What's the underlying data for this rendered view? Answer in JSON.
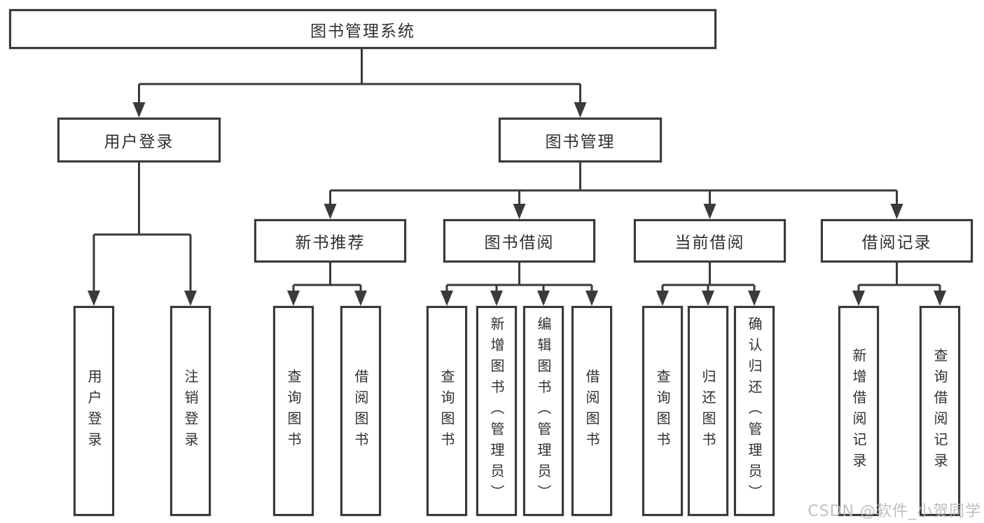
{
  "diagram": {
    "colors": {
      "line": "#3a3a3a",
      "text": "#303030",
      "background": "#ffffff",
      "box_fill": "#ffffff",
      "watermark": "#b9b9b9"
    },
    "watermark": "CSDN @软件_小贺同学",
    "tree": {
      "label": "图书管理系统",
      "children": [
        {
          "label": "用户登录",
          "children": [
            {
              "label": "用户登录"
            },
            {
              "label": "注销登录"
            }
          ]
        },
        {
          "label": "图书管理",
          "children": [
            {
              "label": "新书推荐",
              "children": [
                {
                  "label": "查询图书"
                },
                {
                  "label": "借阅图书"
                }
              ]
            },
            {
              "label": "图书借阅",
              "children": [
                {
                  "label": "查询图书"
                },
                {
                  "label": "新增图书（管理员）"
                },
                {
                  "label": "编辑图书（管理员）"
                },
                {
                  "label": "借阅图书"
                }
              ]
            },
            {
              "label": "当前借阅",
              "children": [
                {
                  "label": "查询图书"
                },
                {
                  "label": "归还图书"
                },
                {
                  "label": "确认归还（管理员）"
                }
              ]
            },
            {
              "label": "借阅记录",
              "children": [
                {
                  "label": "新增借阅记录"
                },
                {
                  "label": "查询借阅记录"
                }
              ]
            }
          ]
        }
      ]
    }
  }
}
